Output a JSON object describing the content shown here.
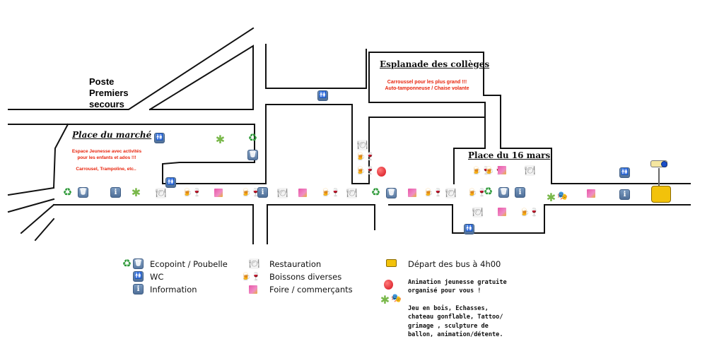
{
  "map_labels": {
    "poste": "Poste\nPremiers\nsecours",
    "place_marche": "Place du marché",
    "marche_note": "Espace Jeunesse avec activités pour les enfants et ados !!!",
    "marche_note2": "Carrousel, Trampoline, etc..",
    "esplanade": "Esplanade des collèges",
    "esplanade_note": "Carroussel pour les plus grand !!!\nAuto-tamponneuse / Chaise volante",
    "place_16_mars": "Place du 16 mars"
  },
  "legend": {
    "ecopoint": "Ecopoint / Poubelle",
    "wc": "WC",
    "information": "Information",
    "restauration": "Restauration",
    "boissons": "Boissons diverses",
    "foire": "Foire / commerçants",
    "bus": "Départ des bus à 4h00",
    "animation_title": "Animation jeunesse gratuite organisé pour vous !",
    "animation_list": "Jeu en bois, Echasses, chateau gonflable, Tattoo/ grimage , sculpture de ballon, animation/détente."
  },
  "icons": {
    "info": "i",
    "wc": "🚻",
    "bin": "🗑",
    "recycle": "♻",
    "resto": "🍽",
    "drink": "🍺🍷",
    "puzzle": "✱",
    "mask": "🎭"
  },
  "colors": {
    "note_red": "#e8240c",
    "icon_blue": "#4f6f98",
    "recycle_green": "#2f9a3a",
    "bus_yellow": "#f2c20b"
  }
}
